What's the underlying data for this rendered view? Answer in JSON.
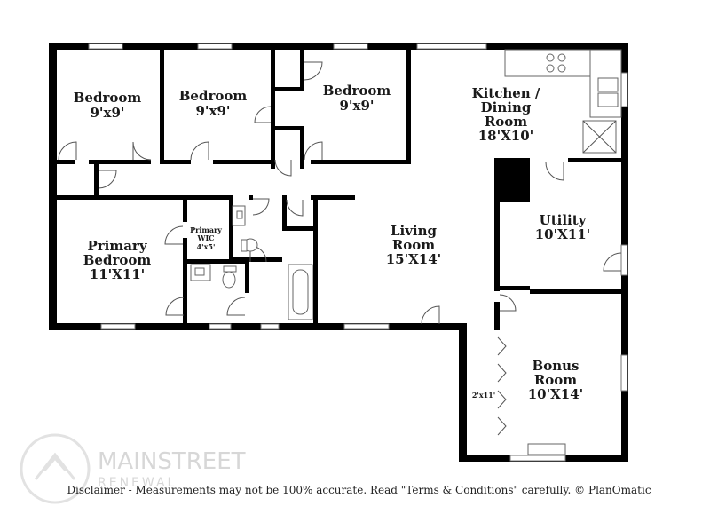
{
  "rooms": {
    "bedroom1": {
      "name": "Bedroom",
      "size": "9'x9'"
    },
    "bedroom2": {
      "name": "Bedroom",
      "size": "9'x9'"
    },
    "bedroom3": {
      "name": "Bedroom",
      "size": "9'x9'"
    },
    "kitchen": {
      "name_line1": "Kitchen /",
      "name_line2": "Dining",
      "name_line3": "Room",
      "size": "18'X10'"
    },
    "primary_bedroom": {
      "name_line1": "Primary",
      "name_line2": "Bedroom",
      "size": "11'X11'"
    },
    "primary_wic": {
      "name_line1": "Primary",
      "name_line2": "WIC",
      "size": "4'x5'"
    },
    "living": {
      "name_line1": "Living",
      "name_line2": "Room",
      "size": "15'X14'"
    },
    "utility": {
      "name": "Utility",
      "size": "10'X11'"
    },
    "bonus": {
      "name_line1": "Bonus",
      "name_line2": "Room",
      "size": "10'X14'"
    },
    "closet": {
      "size": "2'x11'"
    }
  },
  "logo": {
    "line1": "MAINSTREET",
    "line2": "RENEWAL"
  },
  "disclaimer": "Disclaimer - Measurements may not be 100% accurate. Read \"Terms & Conditions\" carefully. © PlanOmatic"
}
